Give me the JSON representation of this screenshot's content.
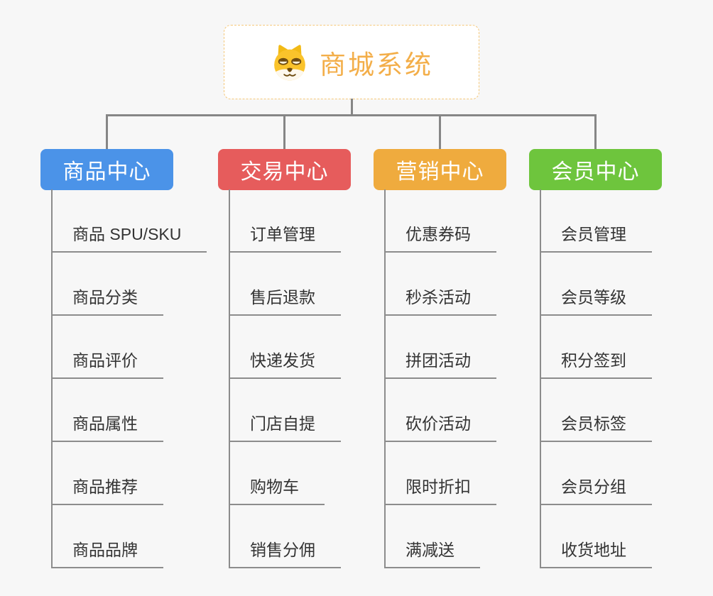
{
  "page": {
    "background_color": "#f7f7f7",
    "connector_color": "#868686"
  },
  "root": {
    "title": "商城系统",
    "icon": "dog-face-icon",
    "title_color": "#f3ae49",
    "border_color": "#f5c87a"
  },
  "branches": [
    {
      "label": "商品中心",
      "color": "#4b93e8",
      "items": [
        "商品 SPU/SKU",
        "商品分类",
        "商品评价",
        "商品属性",
        "商品推荐",
        "商品品牌"
      ]
    },
    {
      "label": "交易中心",
      "color": "#e65c5c",
      "items": [
        "订单管理",
        "售后退款",
        "快递发货",
        "门店自提",
        "购物车",
        "销售分佣"
      ]
    },
    {
      "label": "营销中心",
      "color": "#efab3e",
      "items": [
        "优惠券码",
        "秒杀活动",
        "拼团活动",
        "砍价活动",
        "限时折扣",
        "满减送"
      ]
    },
    {
      "label": "会员中心",
      "color": "#6ec53d",
      "items": [
        "会员管理",
        "会员等级",
        "积分签到",
        "会员标签",
        "会员分组",
        "收货地址"
      ]
    }
  ]
}
